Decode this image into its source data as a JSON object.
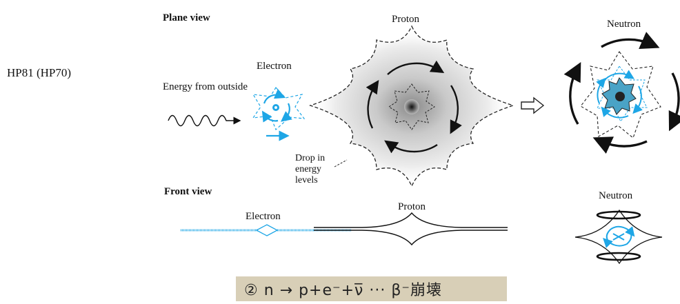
{
  "labels": {
    "plane_view": "Plane view",
    "front_view": "Front view",
    "hp": "HP81 (HP70)",
    "proton_top": "Proton",
    "neutron_top": "Neutron",
    "electron_top": "Electron",
    "energy_from_outside": "Energy from outside",
    "drop_in_energy_levels": "Drop in energy levels",
    "electron_front": "Electron",
    "proton_front": "Proton",
    "neutron_front": "Neutron"
  },
  "formula": "② n → p+e⁻+ν̅ ··· β⁻崩壊",
  "colors": {
    "electron_blue": "#1ea6e6",
    "formula_bg": "#d8cfb7",
    "outline": "#222222"
  }
}
